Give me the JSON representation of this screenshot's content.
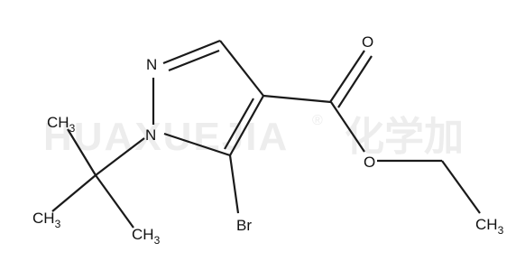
{
  "watermark": {
    "latin": "HUAXUEJIA",
    "registered": "®",
    "cjk": "化学加"
  },
  "atoms": {
    "n2": "N",
    "n1": "N",
    "br": "Br",
    "o_carbonyl": "O",
    "o_ester": "O",
    "ch3_top": {
      "main": "CH",
      "sub": "3"
    },
    "ch3_left": {
      "main": "CH",
      "sub": "3"
    },
    "ch3_bottom": {
      "main": "CH",
      "sub": "3"
    },
    "ch3_ethyl": {
      "main": "CH",
      "sub": "3"
    }
  },
  "colors": {
    "bond": "#1a1a1a",
    "label": "#111111",
    "watermark": "#ededed"
  }
}
